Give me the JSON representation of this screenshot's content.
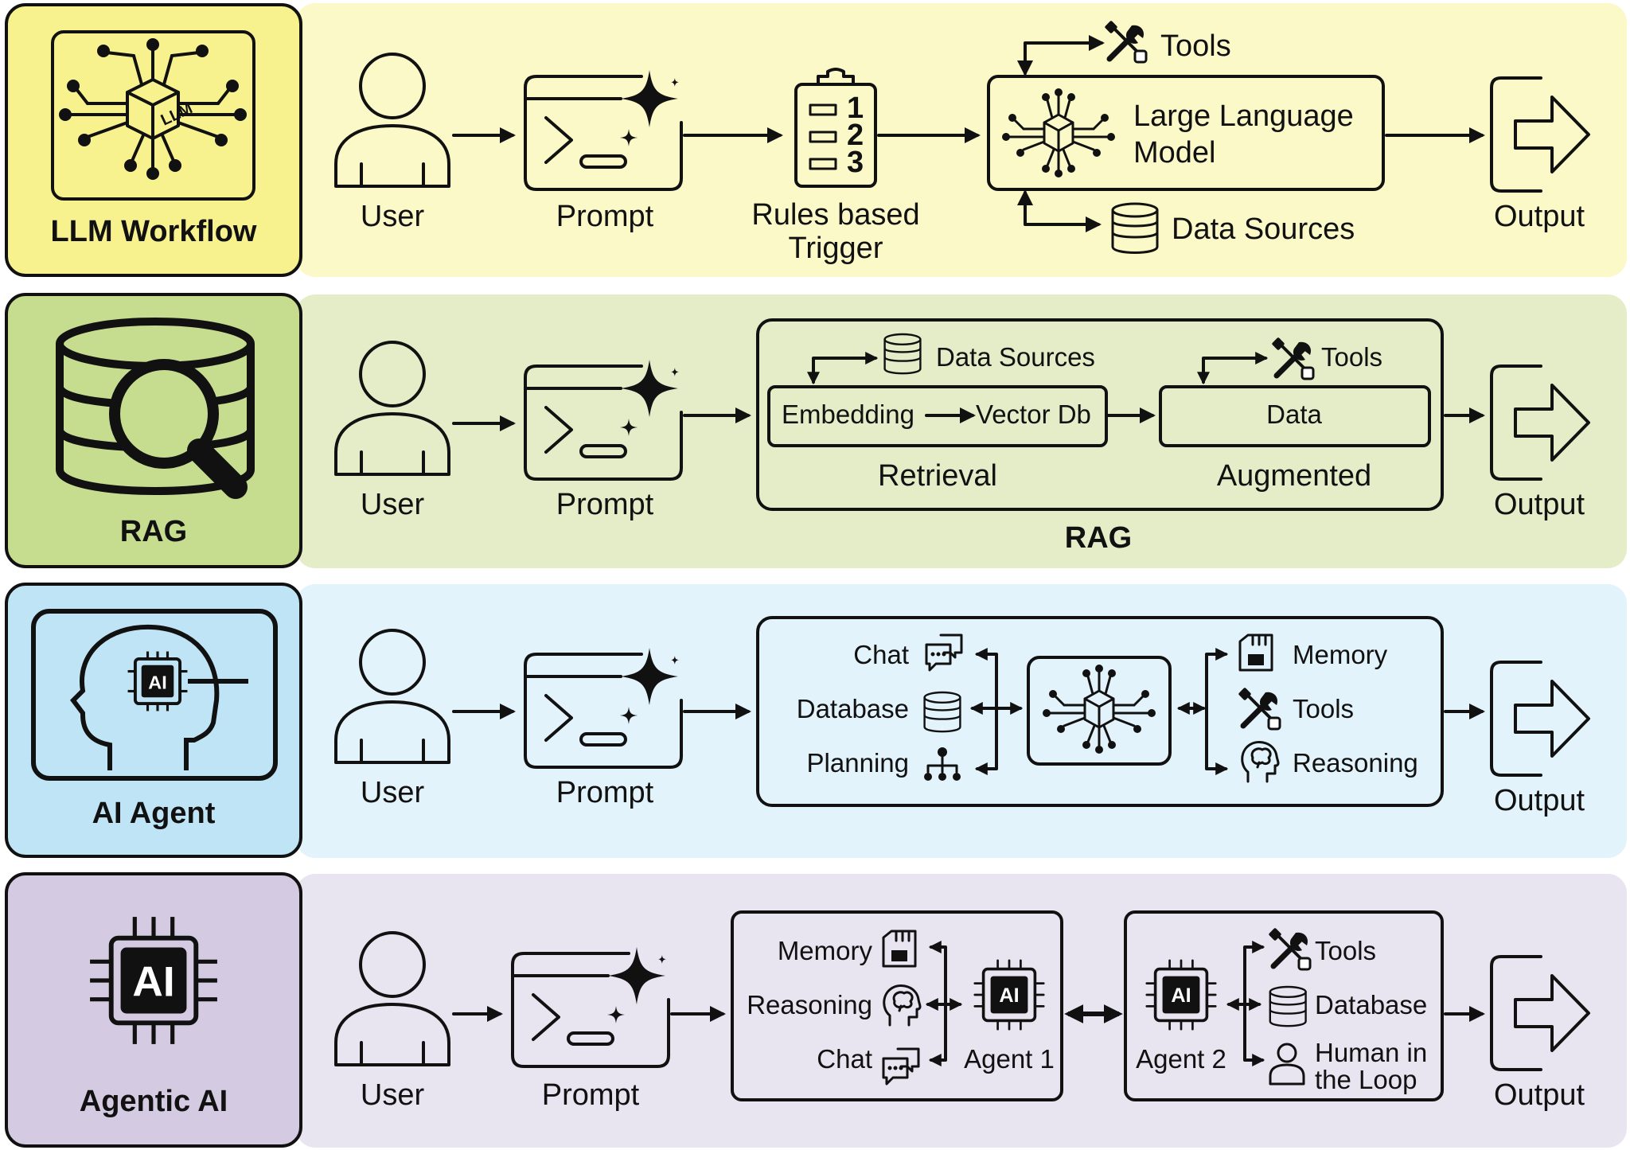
{
  "colors": {
    "row1_title": "#f8f28e",
    "row1_bg": "#fbf9c8",
    "row2_title": "#c6dc8e",
    "row2_bg": "#e4edc8",
    "row3_title": "#bfe4f6",
    "row3_bg": "#e3f3fb",
    "row4_title": "#d4cbe2",
    "row4_bg": "#e8e4f0"
  },
  "llm": {
    "title": "LLM Workflow",
    "chip_text": "LLM",
    "user": "User",
    "prompt": "Prompt",
    "trigger_line1": "Rules based",
    "trigger_line2": "Trigger",
    "trigger_items": [
      "1",
      "2",
      "3"
    ],
    "tools": "Tools",
    "model_line1": "Large Language",
    "model_line2": "Model",
    "data_sources": "Data Sources",
    "output": "Output"
  },
  "rag": {
    "title": "RAG",
    "user": "User",
    "prompt": "Prompt",
    "data_sources": "Data Sources",
    "tools": "Tools",
    "embedding": "Embedding",
    "vector_db": "Vector Db",
    "data": "Data",
    "retrieval": "Retrieval",
    "augmented": "Augmented",
    "group_label": "RAG",
    "output": "Output"
  },
  "agent": {
    "title": "AI Agent",
    "chip_text": "AI",
    "user": "User",
    "prompt": "Prompt",
    "left_items": [
      "Chat",
      "Database",
      "Planning"
    ],
    "right_items": [
      "Memory",
      "Tools",
      "Reasoning"
    ],
    "output": "Output"
  },
  "agentic": {
    "title": "Agentic AI",
    "chip_text": "AI",
    "user": "User",
    "prompt": "Prompt",
    "agent1_items": [
      "Memory",
      "Reasoning",
      "Chat"
    ],
    "agent1": "Agent 1",
    "agent2": "Agent 2",
    "agent2_items": [
      "Tools",
      "Database"
    ],
    "human_line1": "Human in",
    "human_line2": "the Loop",
    "output": "Output"
  }
}
